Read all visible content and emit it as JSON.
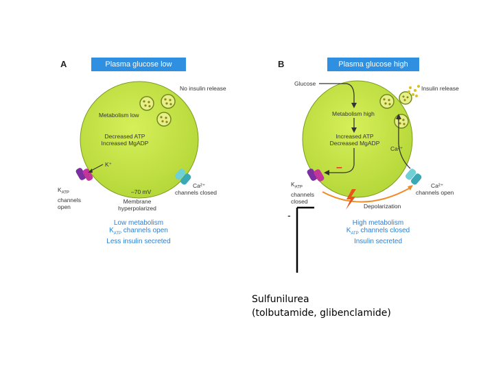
{
  "panelA": {
    "letter": "A",
    "title": "Plasma glucose low",
    "no_insulin": "No insulin release",
    "metabolism": "Metabolism low",
    "atp_line1": "Decreased ATP",
    "atp_line2": "Increased MgADP",
    "k_ion": "K⁺",
    "katp_line1": "K",
    "katp_sub": "ATP",
    "katp_line2": "channels",
    "katp_line3": "open",
    "voltage": "–70 mV",
    "membrane_line1": "Membrane",
    "membrane_line2": "hyperpolarized",
    "ca_line1": "Ca²⁺",
    "ca_line2": "channels closed",
    "summary1": "Low metabolism",
    "summary2_pre": "K",
    "summary2_sub": "ATP",
    "summary2_post": " channels open",
    "summary3": "Less insulin secreted"
  },
  "panelB": {
    "letter": "B",
    "title": "Plasma glucose high",
    "glucose": "Glucose",
    "insulin_release": "Insulin release",
    "metabolism": "Metabolism high",
    "atp_line1": "Increased ATP",
    "atp_line2": "Decreased MgADP",
    "ca_inner": "Ca²⁺",
    "minus_red": "–",
    "katp_line1": "K",
    "katp_sub": "ATP",
    "katp_line2": "channels",
    "katp_line3": "closed",
    "depolarization": "Depolarization",
    "ca_line1": "Ca²⁺",
    "ca_line2": "channels open",
    "summary1": "High metabolism",
    "summary2_pre": "K",
    "summary2_sub": "ATP",
    "summary2_post": " channels closed",
    "summary3": "Insulin secreted"
  },
  "annotation": {
    "minus": "-",
    "drug_line1": "Sulfunilurea",
    "drug_line2": "(tolbutamide, glibenclamide)"
  },
  "colors": {
    "cell": "#c8e64a",
    "title_box": "#2f8fe0",
    "summary_text": "#2a7fd4",
    "red_mark": "#e23a1f"
  }
}
